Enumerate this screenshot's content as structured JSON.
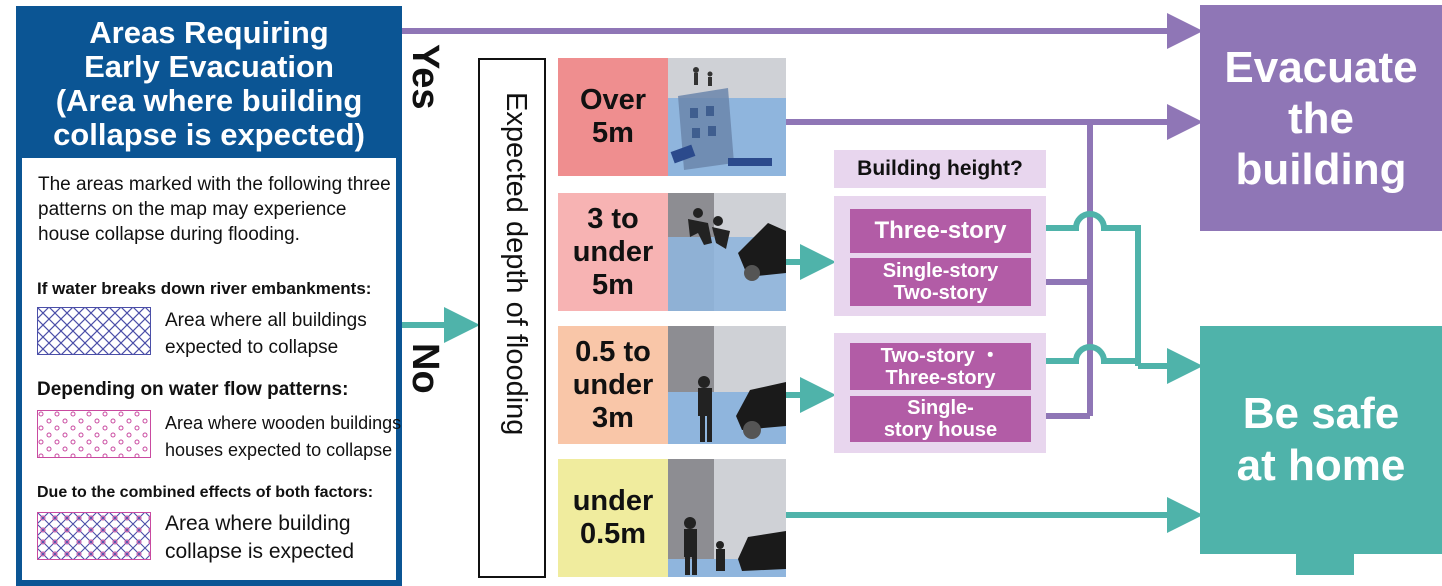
{
  "left_panel": {
    "title_lines": [
      "Areas Requiring",
      "Early Evacuation",
      "(Area where building",
      "collapse is expected)"
    ],
    "intro_lines": [
      "The areas marked with the following three",
      "patterns on the map may experience",
      "house collapse during flooding."
    ],
    "legend": [
      {
        "heading": "If water breaks down river embankments:",
        "desc_lines": [
          "Area where all buildings",
          "expected to collapse"
        ]
      },
      {
        "heading": "Depending on water flow patterns:",
        "desc_lines": [
          "Area where wooden buildings",
          "houses expected to collapse"
        ]
      },
      {
        "heading": "Due to the combined effects of both factors:",
        "desc_lines": [
          "Area where building",
          "collapse is expected"
        ]
      }
    ]
  },
  "branches": {
    "yes": "Yes",
    "no": "No"
  },
  "depth_label": "Expected depth of flooding",
  "categories": [
    {
      "lines": [
        "Over",
        "5m"
      ],
      "color": "#ef8e8f"
    },
    {
      "lines": [
        "3 to",
        "under",
        "5m"
      ],
      "color": "#f7b3b3"
    },
    {
      "lines": [
        "0.5 to",
        "under",
        "3m"
      ],
      "color": "#f9c6a8"
    },
    {
      "lines": [
        "under",
        "0.5m"
      ],
      "color": "#f0ec9e"
    }
  ],
  "height_question": "Building height?",
  "height_groups": [
    {
      "options": [
        {
          "lines": [
            "Three-story"
          ]
        },
        {
          "lines": [
            "Single-story",
            "Two-story"
          ]
        }
      ]
    },
    {
      "options": [
        {
          "lines": [
            "Two-story ・",
            "Three-story"
          ]
        },
        {
          "lines": [
            "Single-",
            "story house"
          ]
        }
      ]
    }
  ],
  "outcomes": {
    "evacuate": {
      "lines": [
        "Evacuate",
        "the",
        "building"
      ],
      "color": "#8f76b6"
    },
    "safe": {
      "lines": [
        "Be safe",
        "at home"
      ],
      "color": "#4fb3aa"
    }
  },
  "colors": {
    "panel_blue": "#0b5594",
    "purple_arrow": "#8f76b6",
    "teal_arrow": "#4fb3aa",
    "height_button": "#b25ca6",
    "height_bg": "#e8d6ee"
  }
}
